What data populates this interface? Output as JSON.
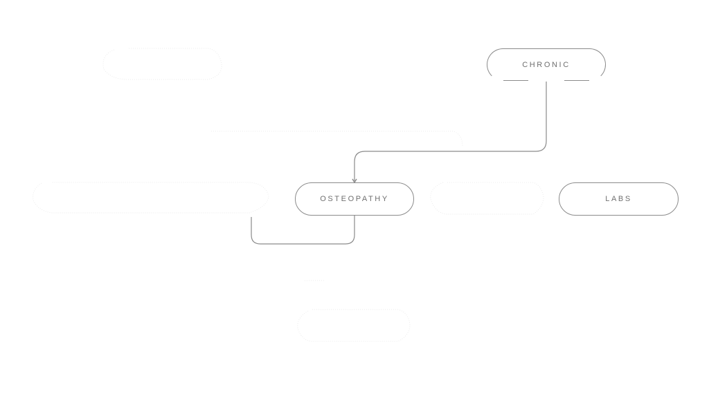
{
  "diagram": {
    "type": "flow",
    "nodes": [
      {
        "id": "chronic",
        "label": "CHRONIC"
      },
      {
        "id": "osteopathy",
        "label": "OSTEOPATHY"
      },
      {
        "id": "labs",
        "label": "LABS"
      }
    ],
    "edges": [
      {
        "from": "chronic",
        "to": "osteopathy",
        "arrow": true
      },
      {
        "from": "osteopathy",
        "to": "loop-end",
        "arrow": false
      }
    ],
    "colors": {
      "stroke": "#8a8a8a",
      "text": "#6f6f6f",
      "ghost": "#ececec",
      "background": "#ffffff"
    }
  }
}
